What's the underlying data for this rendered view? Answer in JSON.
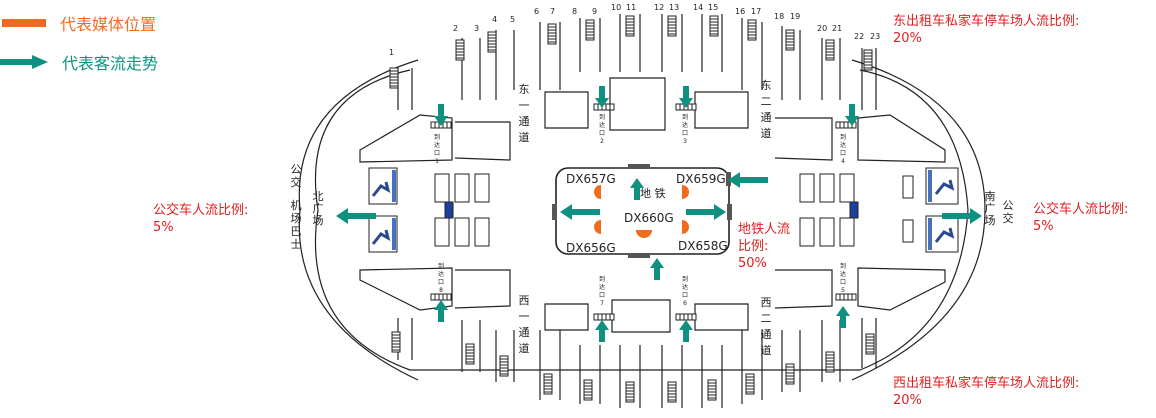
{
  "legend": {
    "media_label": "代表媒体位置",
    "flow_label": "代表客流走势",
    "media_color": "#f26b1d",
    "flow_color": "#0f9080"
  },
  "notes": {
    "east_parking": [
      "东出租车私家车停车场人流比例:",
      "20%"
    ],
    "west_parking": [
      "西出租车私家车停车场人流比例:",
      "20%"
    ],
    "bus_left": [
      "公交车人流比例:",
      "5%"
    ],
    "bus_right": [
      "公交车人流比例:",
      "5%"
    ],
    "metro": [
      "地铁人流",
      "比例:",
      "50%"
    ]
  },
  "platforms_top": [
    "1",
    "2",
    "3",
    "4",
    "5",
    "6",
    "7",
    "8",
    "9",
    "10",
    "11",
    "12",
    "13",
    "14",
    "15",
    "16",
    "17",
    "18",
    "19",
    "20",
    "21",
    "22",
    "23"
  ],
  "corridors": {
    "east1": [
      "东",
      "一",
      "通",
      "道"
    ],
    "east2": [
      "东",
      "二",
      "通",
      "道"
    ],
    "west1": [
      "西",
      "一",
      "通",
      "道"
    ],
    "west2": [
      "西",
      "二",
      "通",
      "道"
    ]
  },
  "exits": {
    "e1": [
      "到",
      "达",
      "口",
      "1"
    ],
    "e2": [
      "到",
      "达",
      "口",
      "2"
    ],
    "e3": [
      "到",
      "达",
      "口",
      "3"
    ],
    "e4": [
      "到",
      "达",
      "口",
      "4"
    ],
    "e5": [
      "到",
      "达",
      "口",
      "5"
    ],
    "e6": [
      "到",
      "达",
      "口",
      "6"
    ],
    "e7": [
      "到",
      "达",
      "口",
      "7"
    ],
    "e8": [
      "到",
      "达",
      "口",
      "8"
    ]
  },
  "plazas": {
    "north": [
      "北",
      "广",
      "场"
    ],
    "north_bus": [
      "公",
      "交"
    ],
    "north_airport": [
      "机",
      "场",
      "巴",
      "士"
    ],
    "south": [
      "南",
      "广",
      "场"
    ],
    "south_bus": [
      "公",
      "交"
    ]
  },
  "metro_box": {
    "title": "地 铁",
    "media": {
      "top_left": "DX657G",
      "top_right": "DX659G",
      "center": "DX660G",
      "bottom_left": "DX656G",
      "bottom_right": "DX658G"
    }
  }
}
